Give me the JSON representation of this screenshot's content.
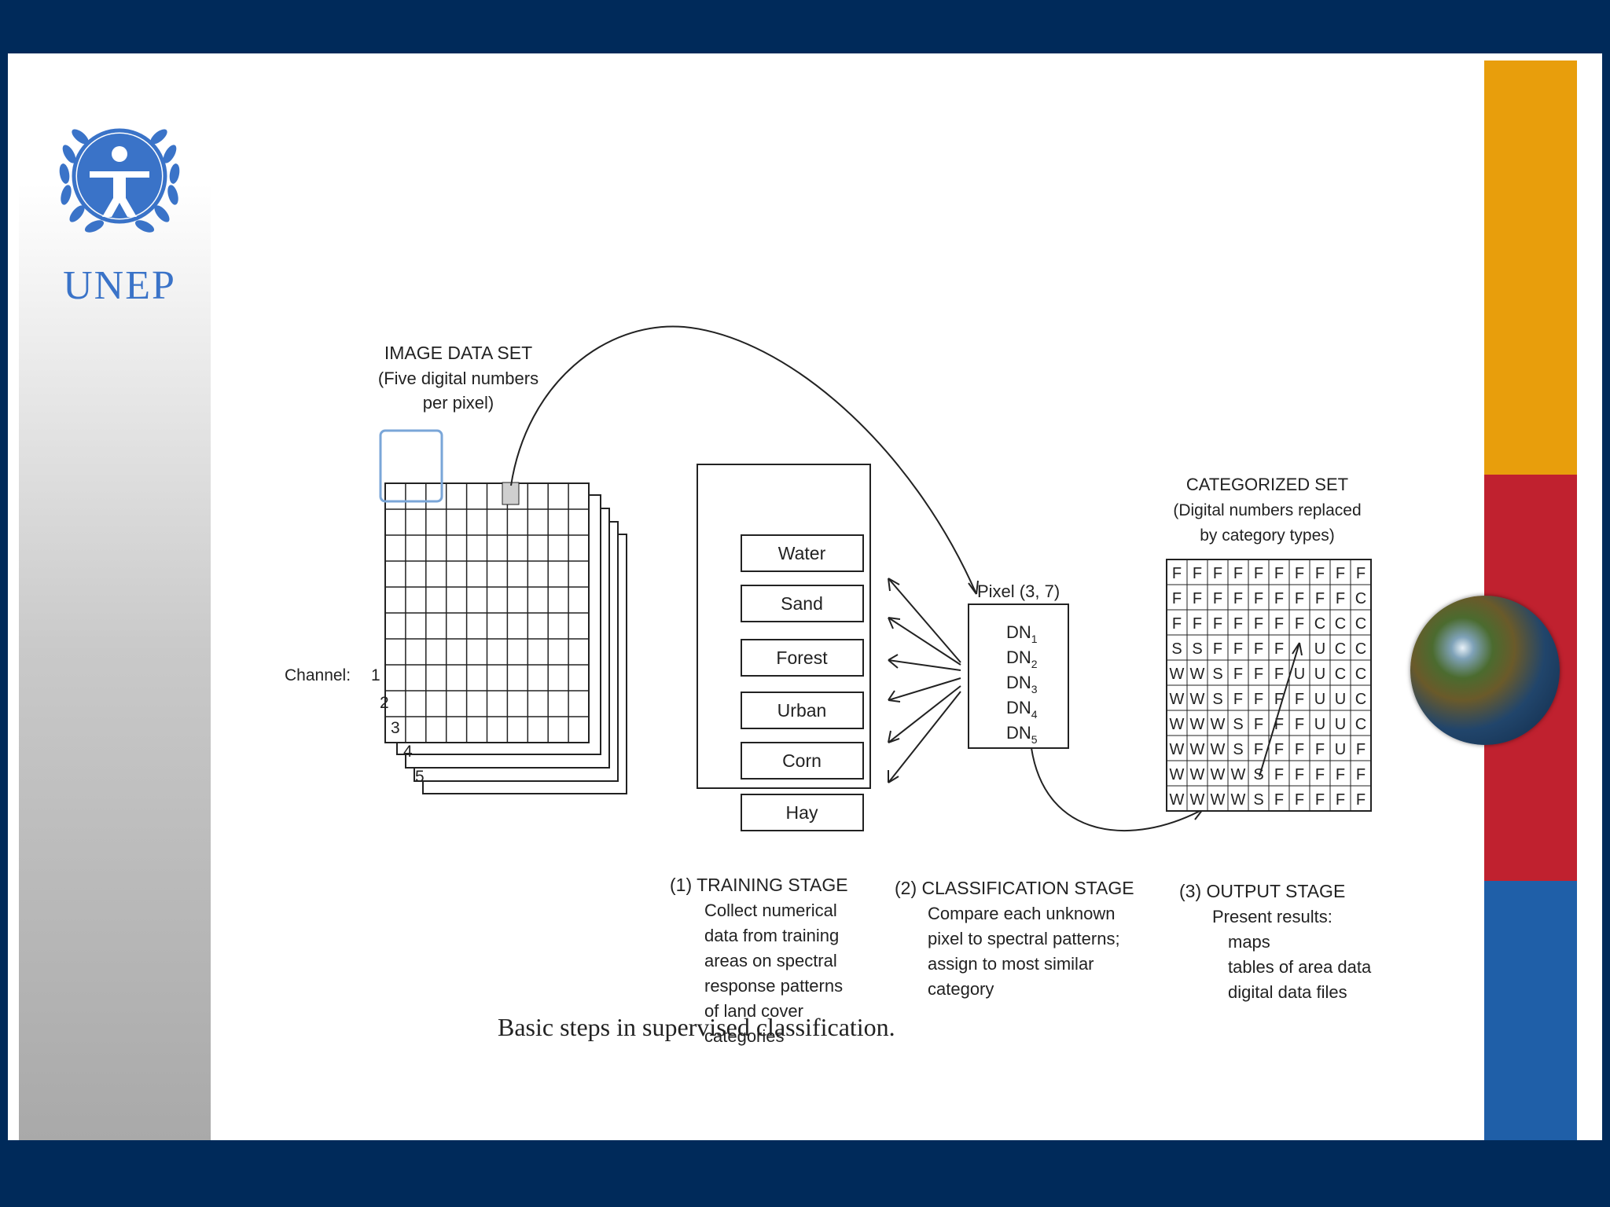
{
  "logo": {
    "text": "UNEP",
    "color": "#3a73c8"
  },
  "accent_colors": {
    "orange": "#e89e0c",
    "red": "#c0212f",
    "blue": "#1f5fa8",
    "background": "#002a5a"
  },
  "diagram": {
    "image_data_set": {
      "title": "IMAGE DATA SET",
      "subtitle_line1": "(Five digital numbers",
      "subtitle_line2": "per pixel)",
      "channel_label": "Channel:",
      "channels": [
        "1",
        "2",
        "3",
        "4",
        "5"
      ]
    },
    "training_categories": [
      "Water",
      "Sand",
      "Forest",
      "Urban",
      "Corn",
      "Hay"
    ],
    "pixel": {
      "label": "Pixel (3, 7)",
      "dn": [
        {
          "base": "DN",
          "sub": "1"
        },
        {
          "base": "DN",
          "sub": "2"
        },
        {
          "base": "DN",
          "sub": "3"
        },
        {
          "base": "DN",
          "sub": "4"
        },
        {
          "base": "DN",
          "sub": "5"
        }
      ]
    },
    "categorized_set": {
      "title": "CATEGORIZED SET",
      "subtitle_line1": "(Digital numbers replaced",
      "subtitle_line2": "by category types)",
      "grid": [
        [
          "F",
          "F",
          "F",
          "F",
          "F",
          "F",
          "F",
          "F",
          "F",
          "F"
        ],
        [
          "F",
          "F",
          "F",
          "F",
          "F",
          "F",
          "F",
          "F",
          "F",
          "C"
        ],
        [
          "F",
          "F",
          "F",
          "F",
          "F",
          "F",
          "F",
          "C",
          "C",
          "C"
        ],
        [
          "S",
          "S",
          "F",
          "F",
          "F",
          "F",
          "",
          "U",
          "C",
          "C"
        ],
        [
          "W",
          "W",
          "S",
          "F",
          "F",
          "F",
          "U",
          "U",
          "C",
          "C"
        ],
        [
          "W",
          "W",
          "S",
          "F",
          "F",
          "F",
          "F",
          "U",
          "U",
          "C"
        ],
        [
          "W",
          "W",
          "W",
          "S",
          "F",
          "F",
          "F",
          "U",
          "U",
          "C"
        ],
        [
          "W",
          "W",
          "W",
          "S",
          "F",
          "F",
          "F",
          "F",
          "U",
          "F"
        ],
        [
          "W",
          "W",
          "W",
          "W",
          "S",
          "F",
          "F",
          "F",
          "F",
          "F"
        ],
        [
          "W",
          "W",
          "W",
          "W",
          "S",
          "F",
          "F",
          "F",
          "F",
          "F"
        ]
      ]
    },
    "stages": [
      {
        "heading": "(1)  TRAINING STAGE",
        "lines": [
          "Collect numerical",
          "data from training",
          "areas on spectral",
          "response patterns",
          "of land cover",
          "categories"
        ]
      },
      {
        "heading": "(2)  CLASSIFICATION STAGE",
        "lines": [
          "Compare each unknown",
          "pixel to spectral patterns;",
          "assign to most similar",
          "category"
        ]
      },
      {
        "heading": "(3)  OUTPUT STAGE",
        "lines": [
          "Present results:",
          "maps",
          "tables of area data",
          "digital data files"
        ]
      }
    ],
    "caption": "Basic steps in supervised classification."
  }
}
